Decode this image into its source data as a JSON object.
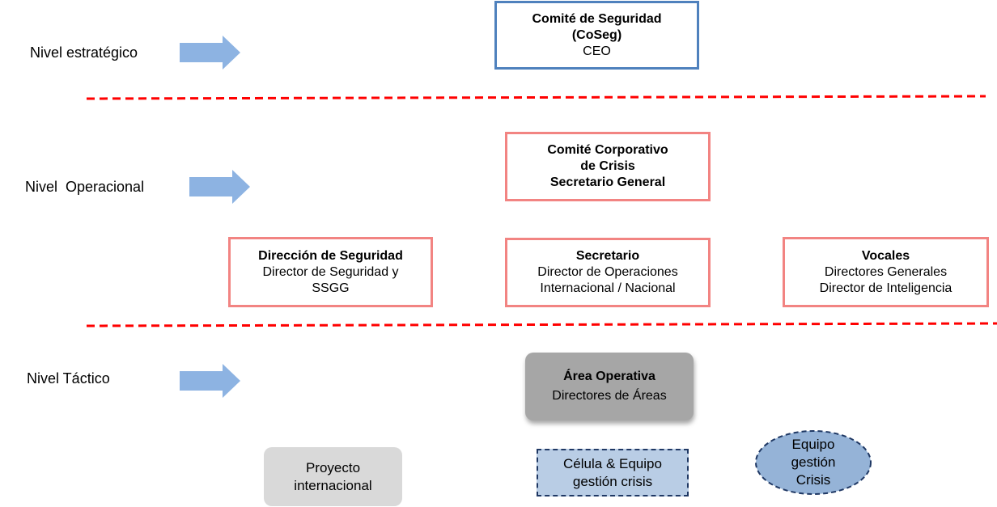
{
  "levels": [
    {
      "label": "Nivel estratégico"
    },
    {
      "label": "Nivel  Operacional"
    },
    {
      "label": "Nivel Táctico"
    }
  ],
  "icons": {
    "arrow": "right-arrow-icon"
  },
  "colors": {
    "arrow": "#8db3e2",
    "divider": "#ff0000",
    "strategic_border": "#4f81bd",
    "operational_border": "#f28482",
    "area_operativa_fill": "#a6a6a6",
    "proyecto_fill": "#d9d9d9",
    "celula_fill": "#b9cde5",
    "equipo_fill": "#95b3d7",
    "dashed_border": "#1f3864"
  },
  "strategic": {
    "coseg": {
      "title_line1": "Comité de Seguridad",
      "title_line2": "(CoSeg)",
      "subtitle": "CEO"
    }
  },
  "operational": {
    "comite_corporativo": {
      "line1": "Comité Corporativo",
      "line2": "de Crisis",
      "line3": "Secretario General"
    },
    "direccion_seguridad": {
      "title": "Dirección de Seguridad",
      "line1": "Director de Seguridad y",
      "line2": "SSGG"
    },
    "secretario": {
      "title": "Secretario",
      "line1": "Director de Operaciones",
      "line2": "Internacional / Nacional"
    },
    "vocales": {
      "title": "Vocales",
      "line1": "Directores Generales",
      "line2": "Director de Inteligencia"
    }
  },
  "tactical": {
    "area_operativa": {
      "title": "Área Operativa",
      "subtitle": "Directores de Áreas"
    },
    "proyecto": {
      "line1": "Proyecto",
      "line2": "internacional"
    },
    "celula": {
      "line1": "Célula & Equipo",
      "line2": "gestión crisis"
    },
    "equipo": {
      "line1": "Equipo",
      "line2": "gestión",
      "line3": "Crisis"
    }
  }
}
